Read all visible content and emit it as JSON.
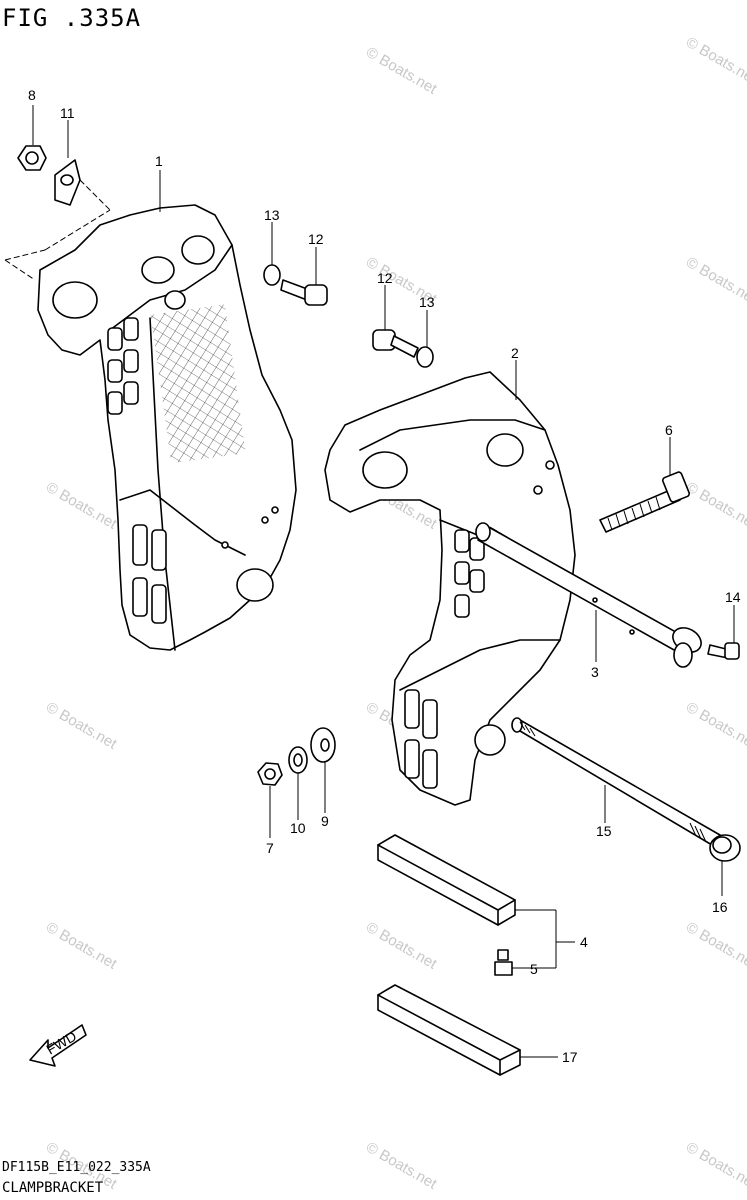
{
  "figure": {
    "title": "FIG .335A",
    "code": "DF115B_E11_022_335A",
    "name": "CLAMPBRACKET",
    "watermark": "© Boats.net",
    "fwd_label": "FWD"
  },
  "callouts": [
    "8",
    "11",
    "1",
    "13",
    "12",
    "12",
    "13",
    "2",
    "6",
    "14",
    "3",
    "7",
    "10",
    "9",
    "15",
    "16",
    "4",
    "5",
    "17"
  ]
}
